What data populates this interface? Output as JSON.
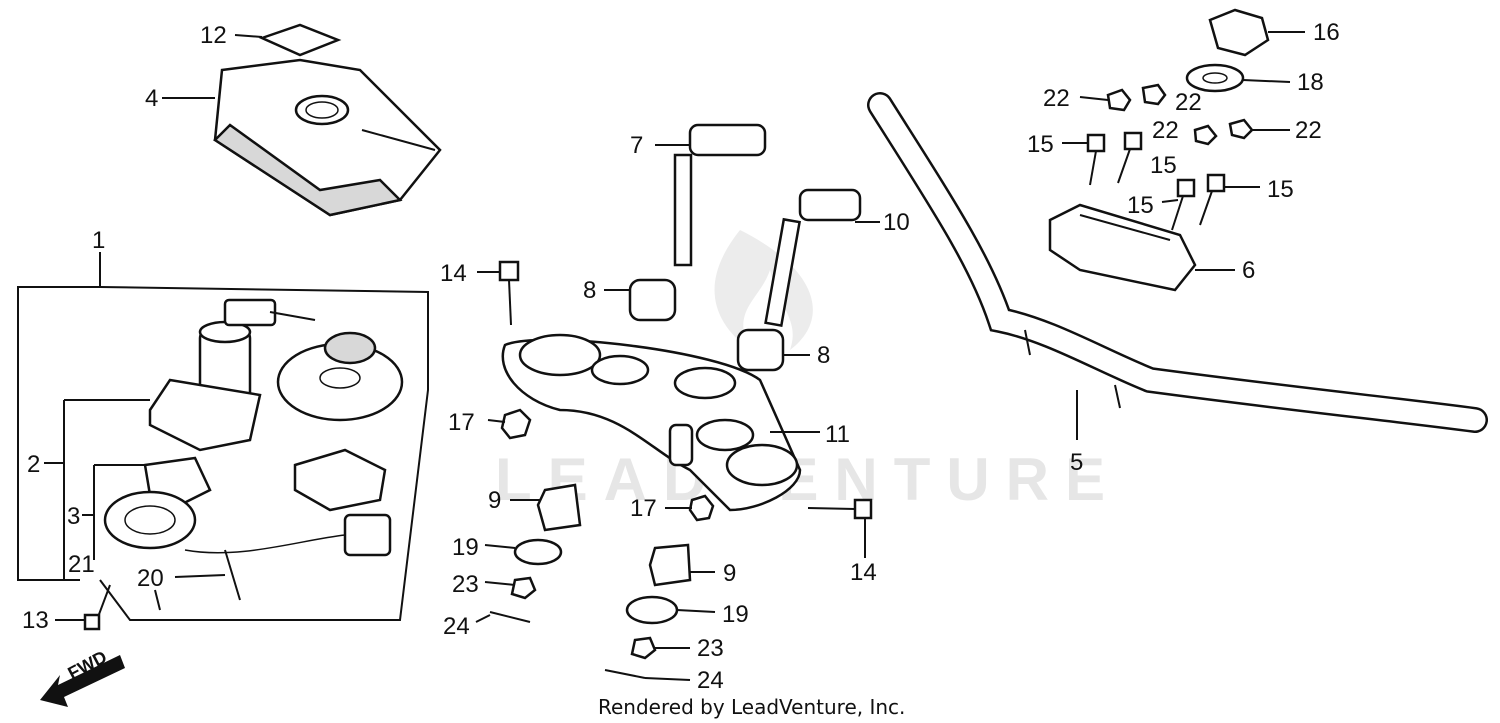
{
  "footer_text": "Rendered by LeadVenture, Inc.",
  "watermark_text": "LEADVENTURE",
  "fwd_label": "FWD",
  "callouts": {
    "c1": "1",
    "c2": "2",
    "c3": "3",
    "c4": "4",
    "c5": "5",
    "c6": "6",
    "c7": "7",
    "c8a": "8",
    "c8b": "8",
    "c9a": "9",
    "c9b": "9",
    "c10": "10",
    "c11": "11",
    "c12": "12",
    "c13": "13",
    "c14a": "14",
    "c14b": "14",
    "c15a": "15",
    "c15b": "15",
    "c15c": "15",
    "c15d": "15",
    "c16": "16",
    "c17a": "17",
    "c17b": "17",
    "c18": "18",
    "c19a": "19",
    "c19b": "19",
    "c20": "20",
    "c21": "21",
    "c22a": "22",
    "c22b": "22",
    "c22c": "22",
    "c22d": "22",
    "c23a": "23",
    "c23b": "23",
    "c24a": "24",
    "c24b": "24"
  }
}
